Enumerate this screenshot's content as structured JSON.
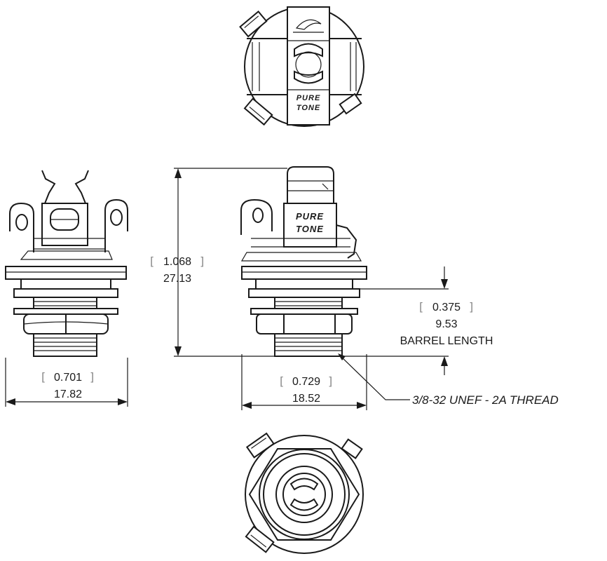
{
  "brand": {
    "line1": "PURE",
    "line2": "TONE"
  },
  "dimensions": {
    "height": {
      "inch": "1.068",
      "mm": "27.13"
    },
    "barrel": {
      "inch": "0.375",
      "mm": "9.53",
      "label": "BARREL LENGTH"
    },
    "side_width": {
      "inch": "0.701",
      "mm": "17.82"
    },
    "front_width": {
      "inch": "0.729",
      "mm": "18.52"
    }
  },
  "thread_callout": "3/8-32 UNEF - 2A THREAD",
  "colors": {
    "line": "#1a1a1a",
    "bracket": "#888888",
    "background": "#ffffff"
  }
}
